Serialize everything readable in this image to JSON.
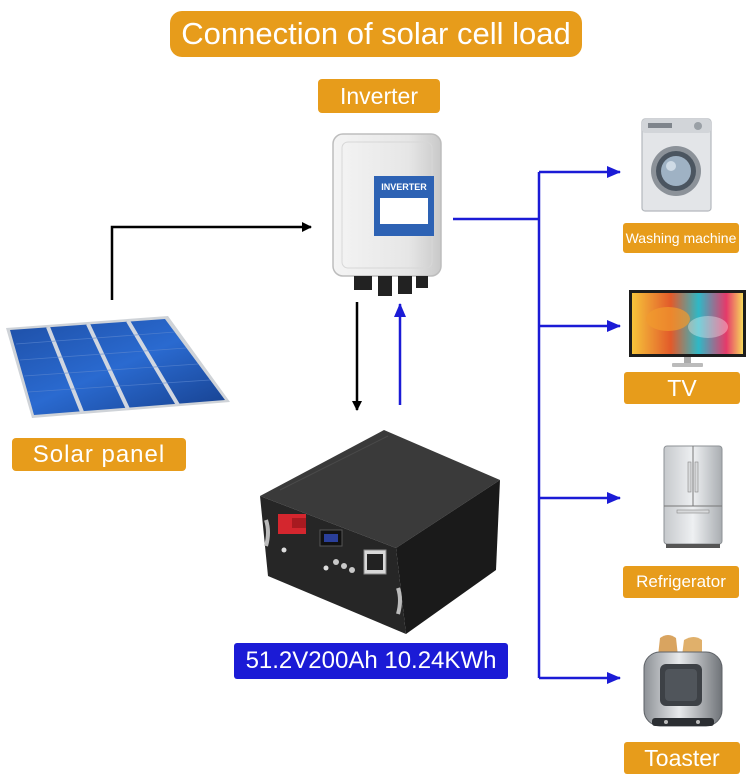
{
  "diagram": {
    "title": "Connection of solar cell load",
    "inverter_label": "Inverter",
    "inverter_screen_text": "INVERTER",
    "solar_panel_label": "Solar panel",
    "battery_label": "51.2V200Ah 10.24KWh",
    "loads": {
      "washing_machine": "Washing machine",
      "tv": "TV",
      "refrigerator": "Refrigerator",
      "toaster": "Toaster"
    }
  },
  "colors": {
    "label_orange": "#e79c1b",
    "label_blue": "#1b1bd6",
    "arrow_blue": "#1b1bd6",
    "arrow_black": "#000000"
  },
  "icons": [
    "inverter-icon",
    "solar-panel-icon",
    "battery-icon",
    "washing-machine-icon",
    "tv-icon",
    "refrigerator-icon",
    "toaster-icon"
  ]
}
